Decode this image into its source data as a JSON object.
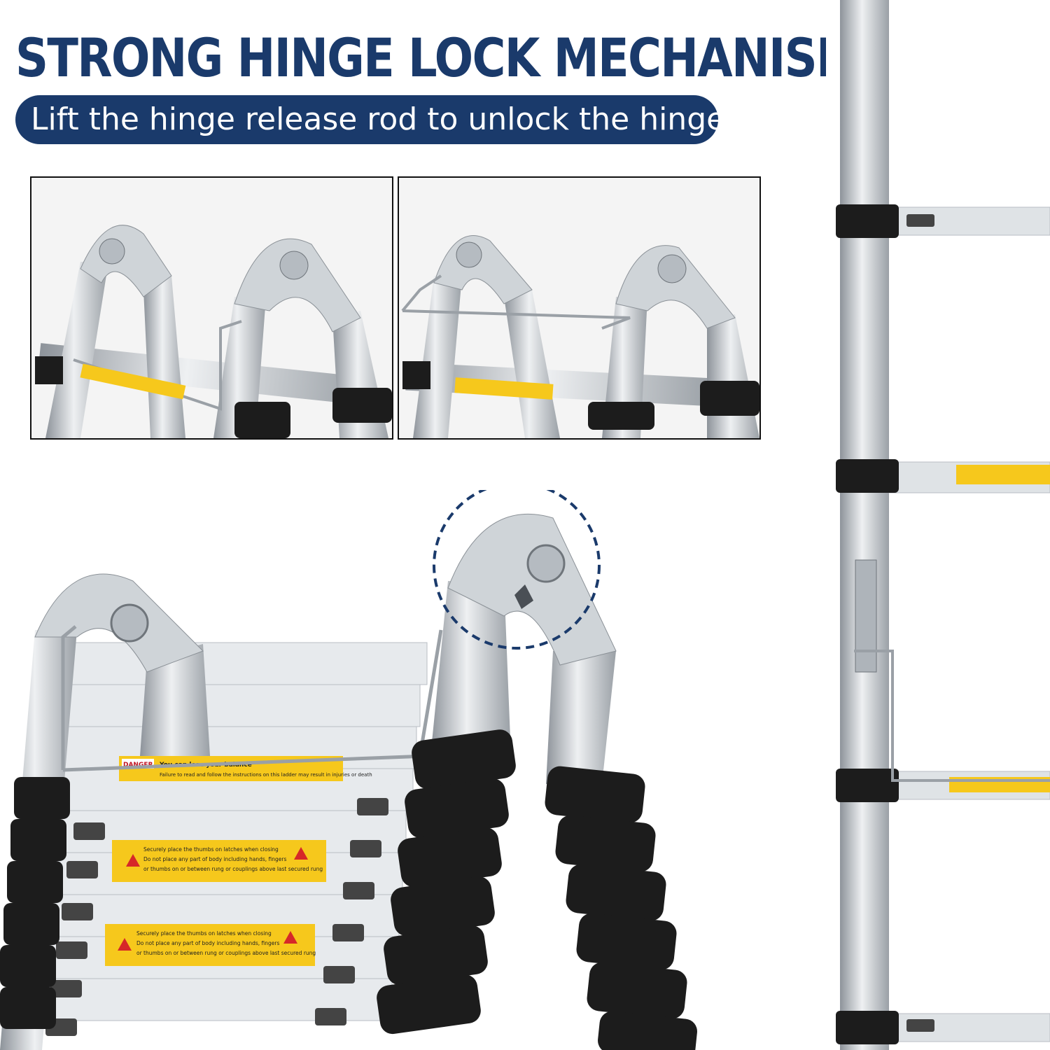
{
  "header": {
    "title": "STRONG HINGE LOCK MECHANISM",
    "subtitle": "Lift the hinge release rod to unlock the hinge"
  },
  "colors": {
    "navy": "#1a3a6b",
    "aluminium": "#c8cdd2",
    "rubber": "#1c1c1c",
    "label_yellow": "#f6c81c"
  },
  "labels": {
    "danger": "DANGER",
    "balance": "You can lose your balance",
    "read_instructions": "Failure to read and follow the instructions on this ladder may result in injuries or death",
    "thumbs_line1": "Securely place the thumbs on latches when closing",
    "thumbs_line2": "Do not place any part of body including hands, fingers",
    "thumbs_line3": "or thumbs on or between rung or couplings above last secured rung"
  },
  "icons": [
    "warning-triangle-icon",
    "arrow-left-icon",
    "arrow-right-icon"
  ]
}
